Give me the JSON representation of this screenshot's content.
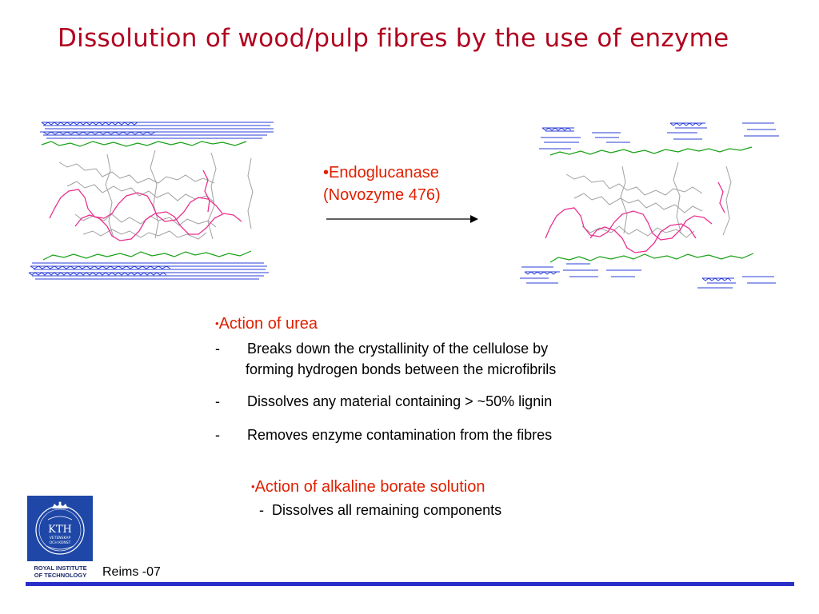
{
  "slide": {
    "title": "Dissolution of wood/pulp fibres by the use of enzyme",
    "enzyme": {
      "bullet": "•",
      "line1": "Endoglucanase",
      "line2": "(Novozyme 476)"
    },
    "urea": {
      "bullet": "•",
      "heading": "Action of urea",
      "items": [
        {
          "dash": "-",
          "text": "Breaks down the crystallinity of the cellulose by",
          "cont": "forming hydrogen bonds between the microfibrils"
        },
        {
          "dash": "-",
          "text": "Dissolves any material containing  > ~50% lignin"
        },
        {
          "dash": "-",
          "text": "Removes enzyme contamination from the fibres"
        }
      ]
    },
    "borate": {
      "bullet": "•",
      "heading": "Action of alkaline borate solution",
      "items": [
        {
          "dash": "-",
          "text": "Dissolves all remaining components"
        }
      ]
    },
    "logo": {
      "text": "KTH",
      "subtext1": "VETENSKAP",
      "subtext2": "OCH KONST",
      "caption_line1": "ROYAL INSTITUTE",
      "caption_line2": "OF TECHNOLOGY"
    },
    "footer": "Reims -07"
  },
  "colors": {
    "title": "#b1001f",
    "accent_red": "#e02000",
    "cellulose_blue": "#2a3ed8",
    "hemicellulose_green": "#17a015",
    "lignin_gray": "#9a9a9a",
    "pink_chain": "#e8308f",
    "logo_blue": "#1f47a7",
    "footer_bar": "#2a2ec8"
  }
}
